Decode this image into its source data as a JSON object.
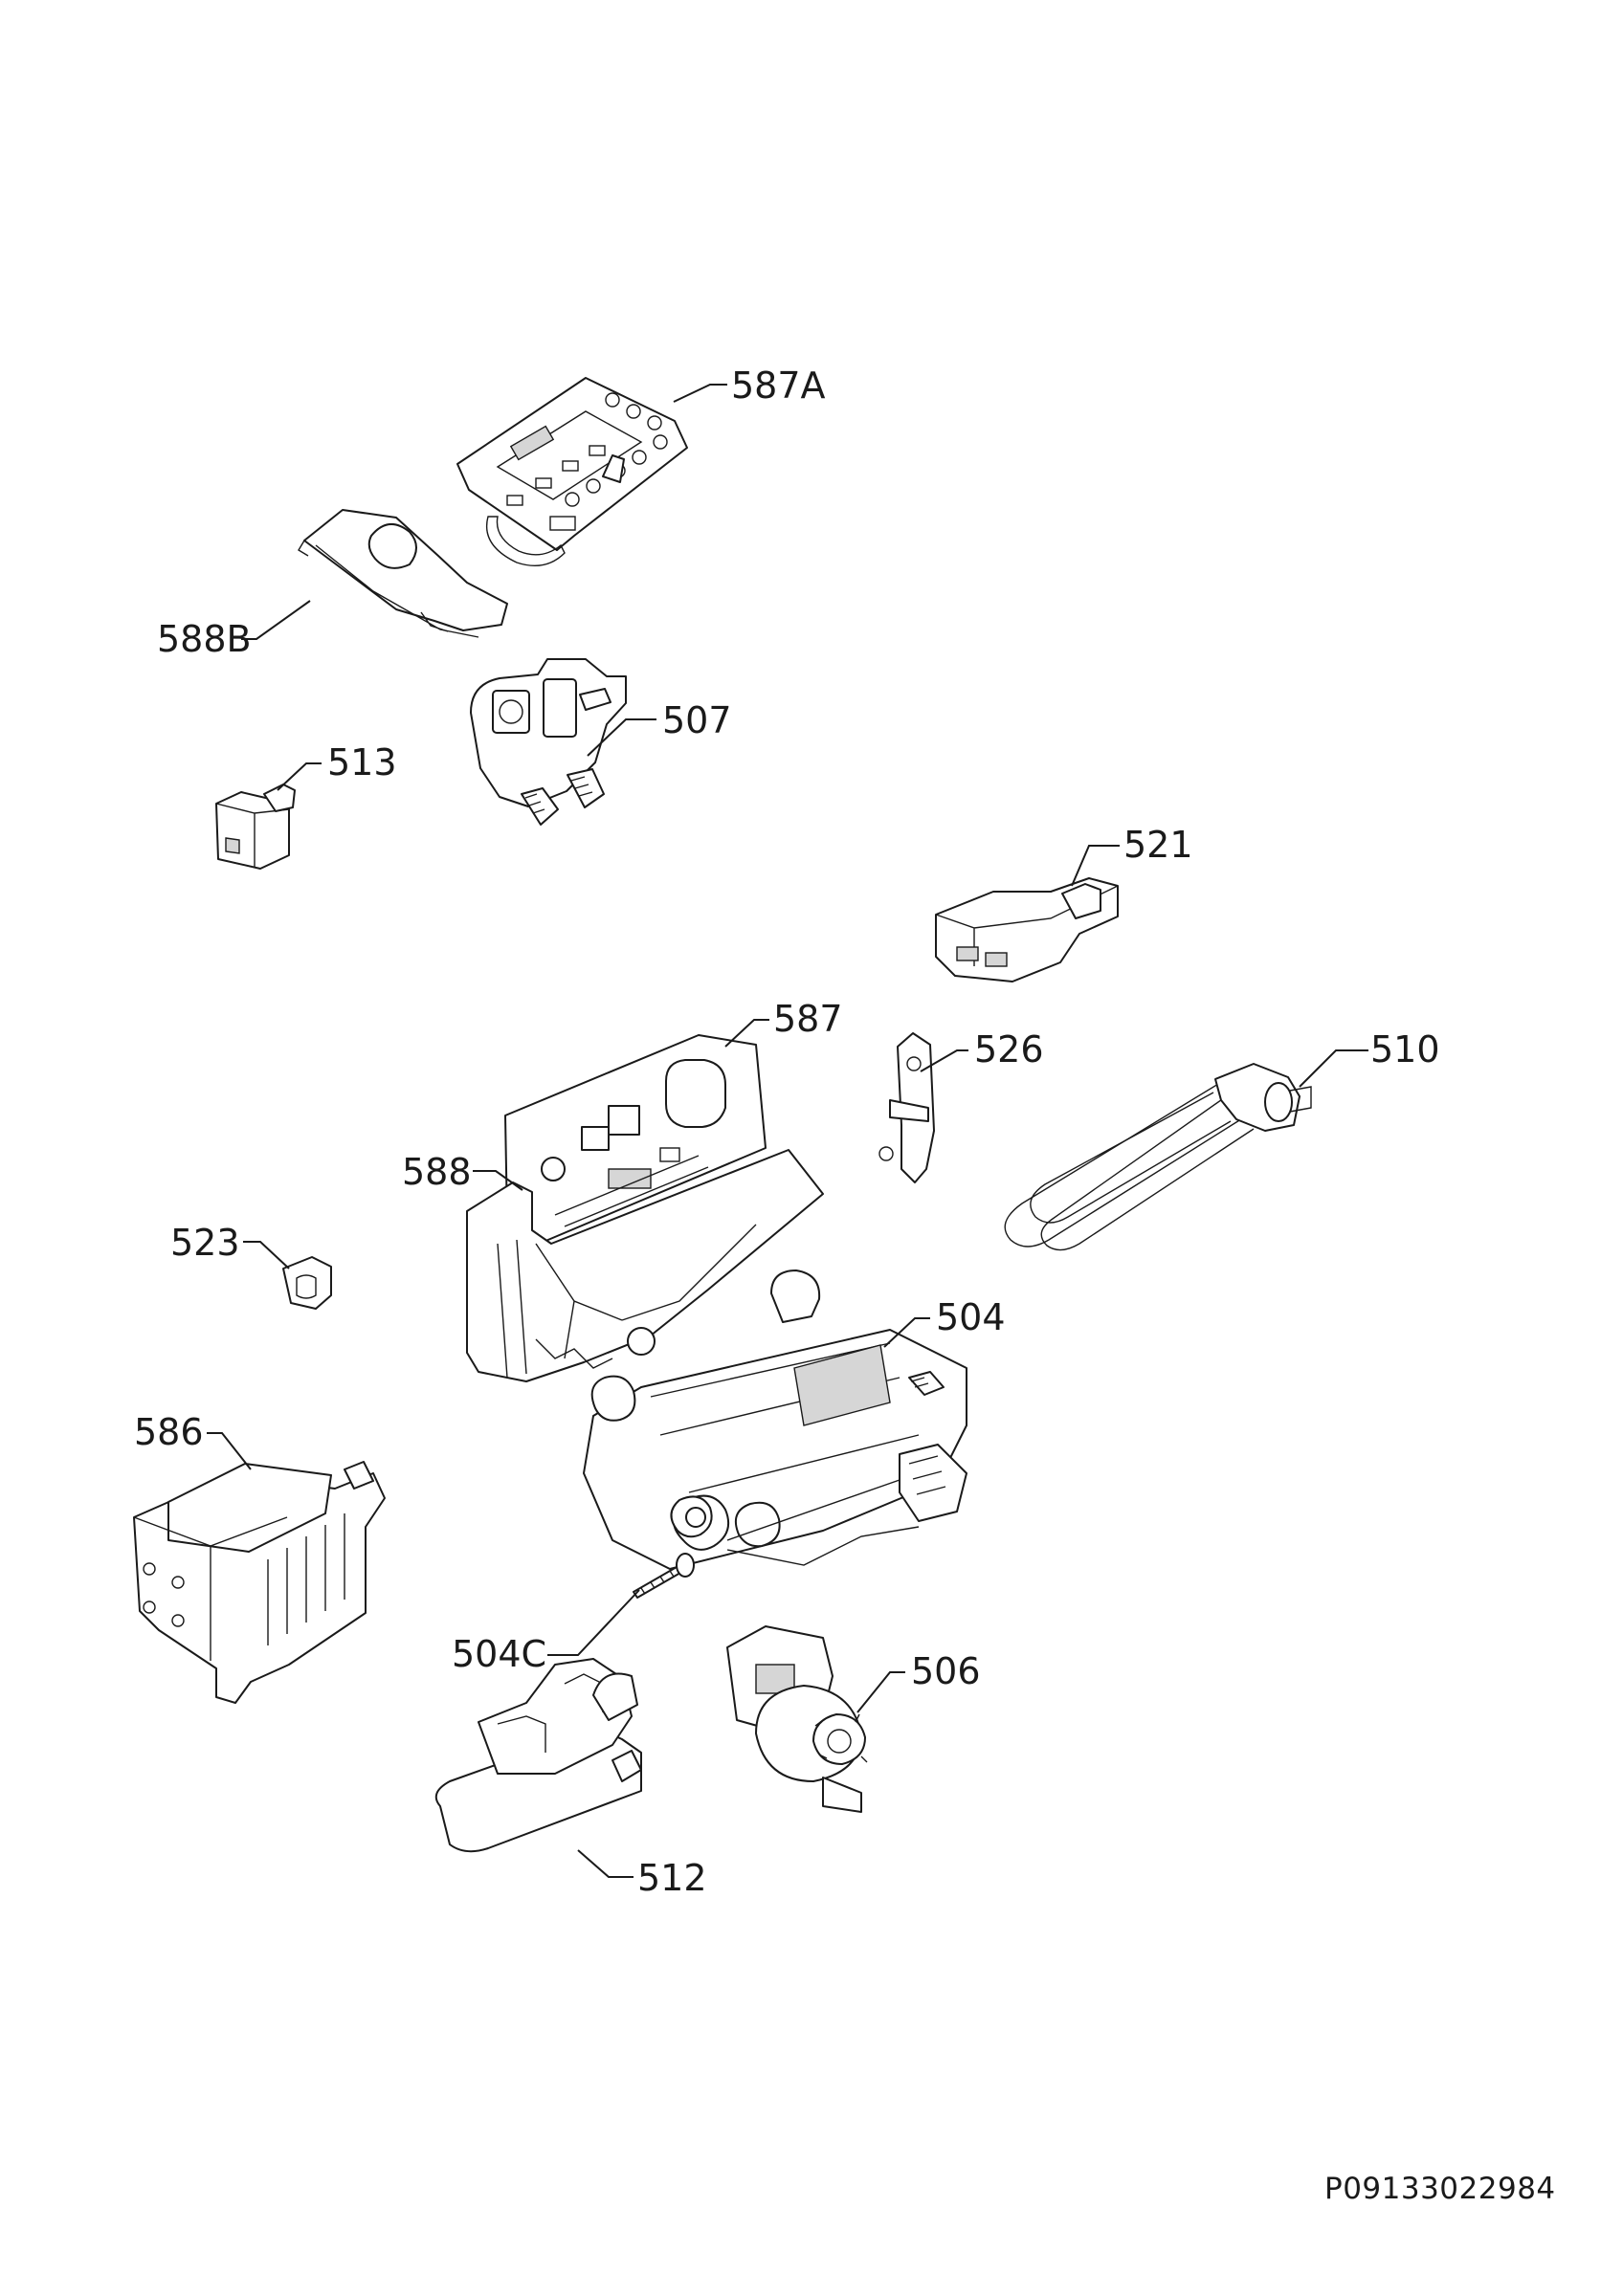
{
  "callouts": {
    "c587A": "587A",
    "c588B": "588B",
    "c507": "507",
    "c513": "513",
    "c521": "521",
    "c587": "587",
    "c526": "526",
    "c510": "510",
    "c588": "588",
    "c523": "523",
    "c504": "504",
    "c586": "586",
    "c504C": "504C",
    "c506": "506",
    "c512": "512"
  },
  "document_number": "P09133022984"
}
